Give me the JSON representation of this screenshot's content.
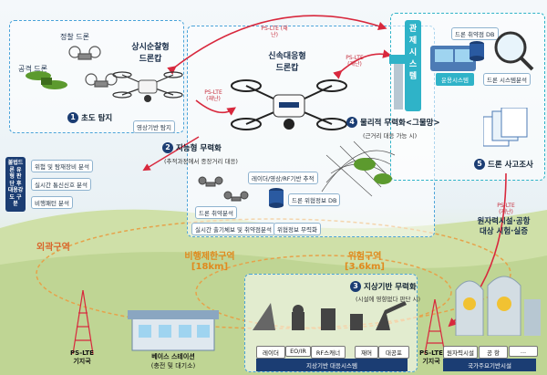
{
  "drones": {
    "recon": "정찰 드론",
    "attack": "공격 드론"
  },
  "patrol": {
    "title_line1": "상시순찰형",
    "title_line2": "드론캅",
    "tag": "영상기반 탐지"
  },
  "steps": {
    "s1": {
      "num": "1",
      "label": "초도 탐지"
    },
    "s2": {
      "num": "2",
      "label": "지능형 무력화",
      "sub": "(추적과정에서 종장거리 대응)"
    },
    "s3": {
      "num": "3",
      "label": "지상기반 무력화",
      "sub": "(시설에 영향없다 판단 시)"
    },
    "s4": {
      "num": "4",
      "label": "물리적 무력화<그물망>",
      "sub": "(근거리 대응 가능 시)"
    },
    "s5": {
      "num": "5",
      "label": "드론 사고조사"
    }
  },
  "rapid": {
    "title_line1": "신속대응형",
    "title_line2": "드론캅",
    "tag_top": "레이더/영상/RF기반 추적",
    "db": "드론 위협정보 DB",
    "neutralize": "위협정보 무력화",
    "sim": "실시간 출기체보 및 취약점분석",
    "analysis": "드론 취약분석"
  },
  "left": {
    "vertical": "불법드론 유형 판단 후 대응강도 구분",
    "items": [
      "위험 및 탐재장비 분석",
      "실시간 통신신호 분석",
      "비행패턴 분석"
    ]
  },
  "control": {
    "title": "관제시스템",
    "db": "드론 취약점 DB",
    "ops": "운용시스템",
    "analysis": "드론 시스템분석",
    "lte": "PS-LTE (재난)"
  },
  "lte_labels": {
    "top": "PS-LTE (재난)",
    "patrol": "PS-LTE (재난)",
    "control": "PS-LTE (재난)",
    "right": "PS-LTE (재난)"
  },
  "zones": {
    "outer": "외곽구역",
    "restrict": "비행제한구역",
    "restrict_dist": "[18km]",
    "danger": "위험구역",
    "danger_dist": "[3.6km]"
  },
  "right_panel": {
    "line1": "원자력시설·공항",
    "line2": "대상 시험·실증"
  },
  "bottom": {
    "tower_left": "PS-LTE\n기지국",
    "base_title": "베이스 스테이션",
    "base_sub": "(충전 및 대기소)",
    "ground_btns": [
      "레이더",
      "EO/IR",
      "RF스캐너",
      "재머",
      "대공포"
    ],
    "ground_bar": "지상기반 대응시스템",
    "tower_right": "PS-LTE\n기지국",
    "facility_btns": [
      "원자력시설",
      "공 항",
      "..."
    ],
    "facility_bar": "국가주요기반시설"
  }
}
